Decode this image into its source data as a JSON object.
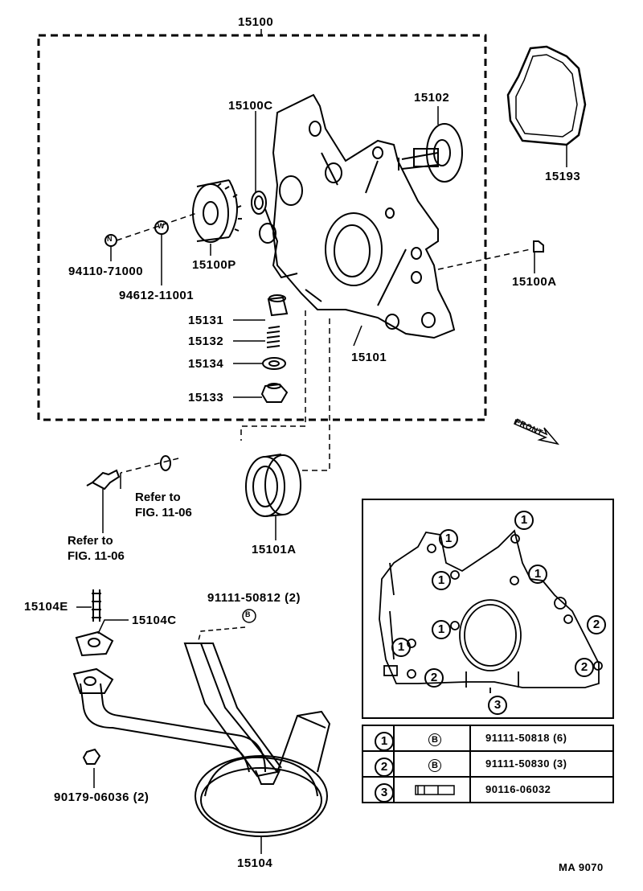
{
  "assembly": {
    "main_label": "15100",
    "parts": {
      "p15100C": "15100C",
      "p15102": "15102",
      "p15193": "15193",
      "p94110": "94110-71000",
      "p94612": "94612-11001",
      "p15100P": "15100P",
      "p15100A": "15100A",
      "p15131": "15131",
      "p15132": "15132",
      "p15134": "15134",
      "p15133": "15133",
      "p15101": "15101",
      "p15101A": "15101A",
      "p15104E": "15104E",
      "p15104C": "15104C",
      "p91111_50812": "91111-50812 (2)",
      "p90179": "90179-06036 (2)",
      "p15104": "15104"
    },
    "refs": [
      {
        "line1": "Refer to",
        "line2": "FIG. 11-06"
      },
      {
        "line1": "Refer to",
        "line2": "FIG. 11-06"
      }
    ],
    "front_label": "FRONT",
    "marks": {
      "N": "N",
      "W": "W",
      "B": "B"
    }
  },
  "bolt_table": {
    "callout_1": "1",
    "callout_2": "2",
    "callout_3": "3",
    "rows": [
      {
        "num": "1",
        "mark": "B",
        "part": "91111-50818 (6)"
      },
      {
        "num": "2",
        "mark": "B",
        "part": "91111-50830 (3)"
      },
      {
        "num": "3",
        "mark": "",
        "part": "90116-06032"
      }
    ]
  },
  "footer": {
    "code": "MA 9070"
  }
}
